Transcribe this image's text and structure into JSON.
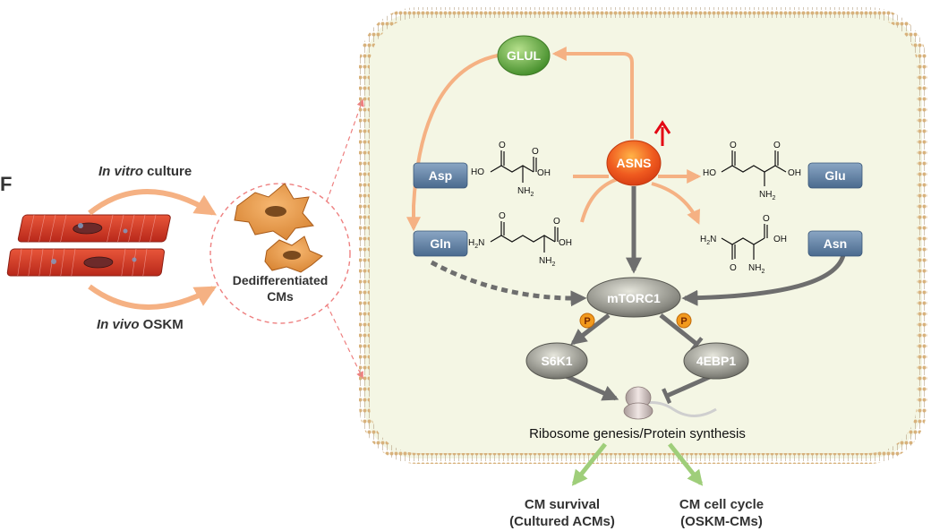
{
  "panel_letter": "F",
  "left": {
    "top_label_italic": "In vitro",
    "top_label_rest": " culture",
    "bottom_label_italic": "In vivo",
    "bottom_label_rest": " OSKM",
    "dediff_line1": "Dedifferentiated",
    "dediff_line2": "CMs"
  },
  "cell": {
    "glul": "GLUL",
    "asns": "ASNS",
    "asp": "Asp",
    "gln": "Gln",
    "glu": "Glu",
    "asn": "Asn",
    "mtorc1": "mTORC1",
    "s6k1": "S6K1",
    "ebp1": "4EBP1",
    "phospho": "P",
    "ribosome_caption": "Ribosome genesis/Protein synthesis"
  },
  "chem": {
    "ho": "HO",
    "oh": "OH",
    "o": "O",
    "nh2": "NH",
    "nh2_sub": "2",
    "h2n": "H",
    "h2n_sub": "2",
    "h2n_n": "N"
  },
  "outcomes": {
    "left_line1": "CM survival",
    "left_line2": "(Cultured ACMs)",
    "right_line1": "CM cell cycle",
    "right_line2": "(OSKM-CMs)"
  },
  "colors": {
    "cell_fill": "#f4f6e4",
    "membrane": "#d8b27c",
    "peach_arrow": "#f5b183",
    "gray_arrow": "#6e6e6e",
    "green_arrow": "#9fce7a",
    "box_fill": "#5e7fa3",
    "glul_green": "#5aa33c",
    "asns_orange": "#e84e1b",
    "up_arrow_red": "#e30613",
    "phospho_orange": "#f29a1d"
  }
}
